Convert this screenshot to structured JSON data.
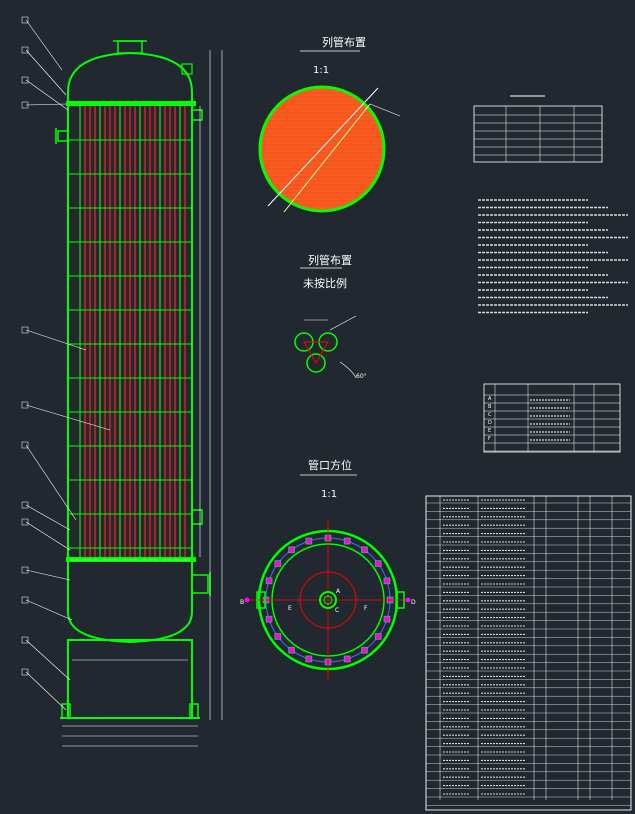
{
  "views": {
    "tube_layout": {
      "title": "列管布置",
      "scale": "1:1"
    },
    "tube_layout_detail": {
      "title": "列管布置",
      "subtitle": "未按比例",
      "angle_label": "60°"
    },
    "nozzle_orientation": {
      "title": "管口方位",
      "scale": "1:1",
      "nozzle_letters": [
        "A",
        "B",
        "C",
        "D",
        "E",
        "F"
      ]
    }
  },
  "colors": {
    "background": "#212830",
    "outline": "#00ff00",
    "tubes": "#ff2020",
    "tubesheet_fill": "#ff5a1e",
    "annotation": "#ffffff",
    "accent_magenta": "#ff00ff",
    "accent_yellow": "#ffff00",
    "axis_red": "#ff0000",
    "circle_blue": "#3d6bff"
  },
  "nozzle_table": {
    "rows": [
      {
        "mark": "A"
      },
      {
        "mark": "B"
      },
      {
        "mark": "C"
      },
      {
        "mark": "D"
      },
      {
        "mark": "E"
      },
      {
        "mark": "F"
      }
    ]
  }
}
